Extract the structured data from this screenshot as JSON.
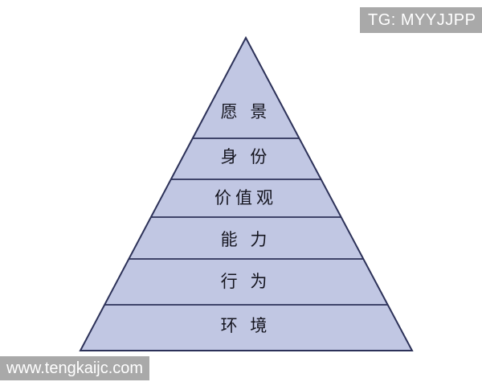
{
  "colors": {
    "background": "#ffffff",
    "pyramid_fill": "#c1c7e3",
    "pyramid_stroke": "#2c3158",
    "label_text": "#15151f",
    "watermark_bg": "#a9a9a9",
    "watermark_text": "#ffffff"
  },
  "watermarks": {
    "top_right": "TG: MYYJJPP",
    "bottom_left": "www.tengkaijc.com"
  },
  "pyramid": {
    "type": "pyramid",
    "levels": [
      {
        "label": "愿 景"
      },
      {
        "label": "身 份"
      },
      {
        "label": "价值观"
      },
      {
        "label": "能 力"
      },
      {
        "label": "行 为"
      },
      {
        "label": "环 境"
      }
    ]
  }
}
